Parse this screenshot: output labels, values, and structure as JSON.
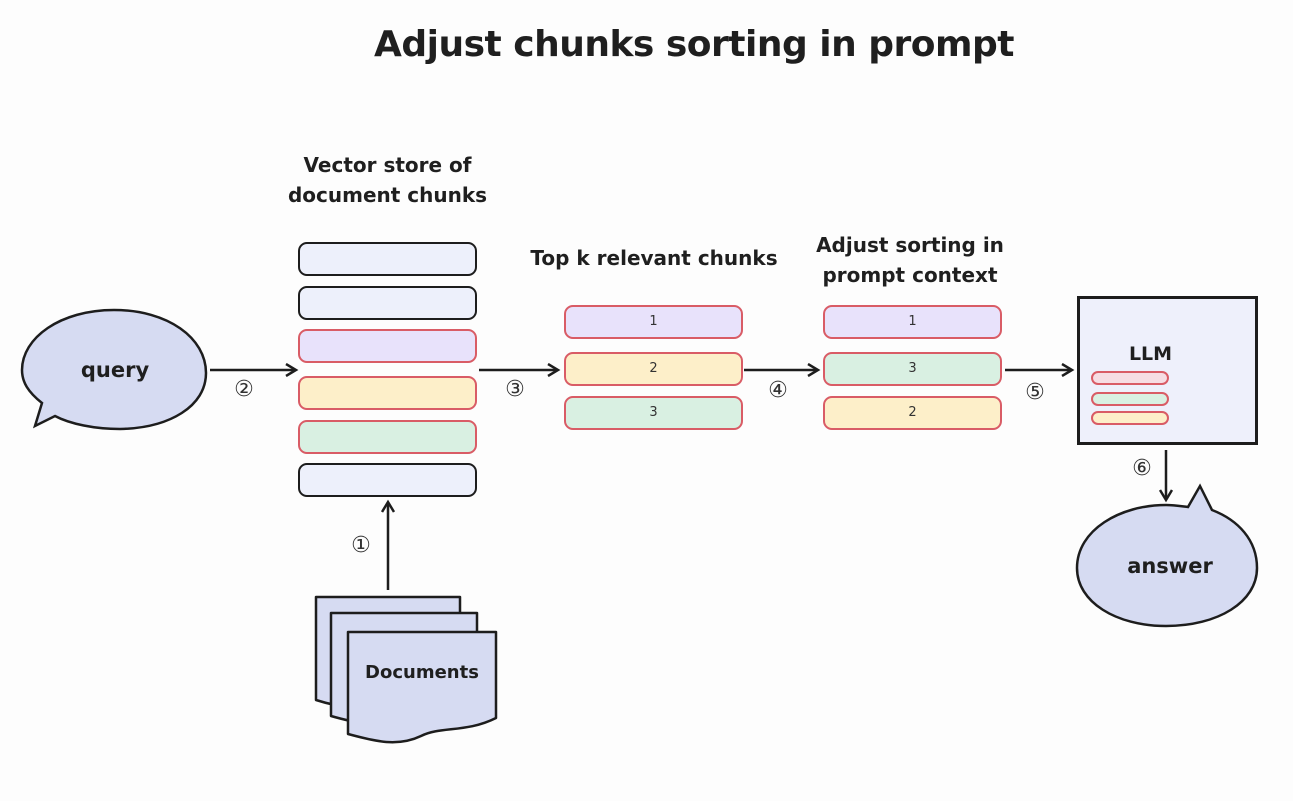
{
  "title": "Adjust chunks sorting in prompt",
  "labels": {
    "vector_store": "Vector store of document chunks",
    "top_k": "Top k relevant chunks",
    "adjust": "Adjust sorting in prompt context",
    "query": "query",
    "documents": "Documents",
    "llm": "LLM",
    "answer": "answer"
  },
  "steps": [
    "①",
    "②",
    "③",
    "④",
    "⑤",
    "⑥"
  ],
  "top_k_chunks": [
    "1",
    "2",
    "3"
  ],
  "adjusted_chunks": [
    "1",
    "3",
    "2"
  ],
  "colors": {
    "chunk_blue": "#edf0fb",
    "chunk_purple": "#e8e2fb",
    "chunk_yellow": "#fdefc9",
    "chunk_green": "#d9f0e2",
    "highlight_border": "#d95c66",
    "bubble_fill": "#d6dbf2",
    "outline": "#1d1d1d"
  }
}
